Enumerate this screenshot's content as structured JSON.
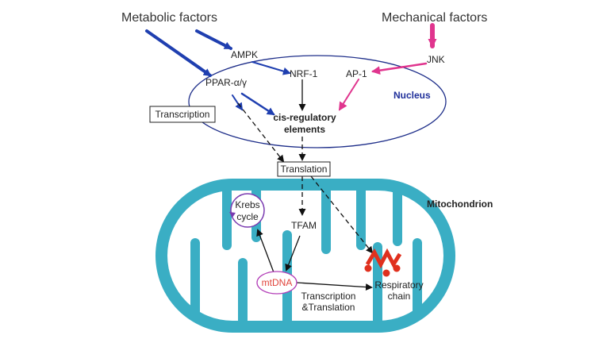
{
  "colors": {
    "metabolic_arrow": "#1f3fb0",
    "mechanical_arrow": "#e0358e",
    "nucleus_outline": "#1f2f8a",
    "nucleus_label": "#1f2f9a",
    "mito_fill": "#3aaec4",
    "mtdna_text": "#e0433a",
    "mtdna_outline": "#b33fb8",
    "krebs_outline": "#7a3bb0",
    "respiratory_chain": "#e0301e",
    "text": "#222222"
  },
  "labels": {
    "metabolic_factors": "Metabolic factors",
    "mechanical_factors": "Mechanical factors",
    "ampk": "AMPK",
    "ppar": "PPAR-α/γ",
    "nrf1": "NRF-1",
    "ap1": "AP-1",
    "jnk": "JNK",
    "nucleus": "Nucleus",
    "transcription": "Transcription",
    "cis_line1": "cis-regulatory",
    "cis_line2": "elements",
    "translation": "Translation",
    "mitochondrion": "Mitochondrion",
    "krebs_line1": "Krebs",
    "krebs_line2": "cycle",
    "tfam": "TFAM",
    "mtdna": "mtDNA",
    "tt_line1": "Transcription",
    "tt_line2": "&Translation",
    "resp_line1": "Respiratory",
    "resp_line2": "chain"
  }
}
